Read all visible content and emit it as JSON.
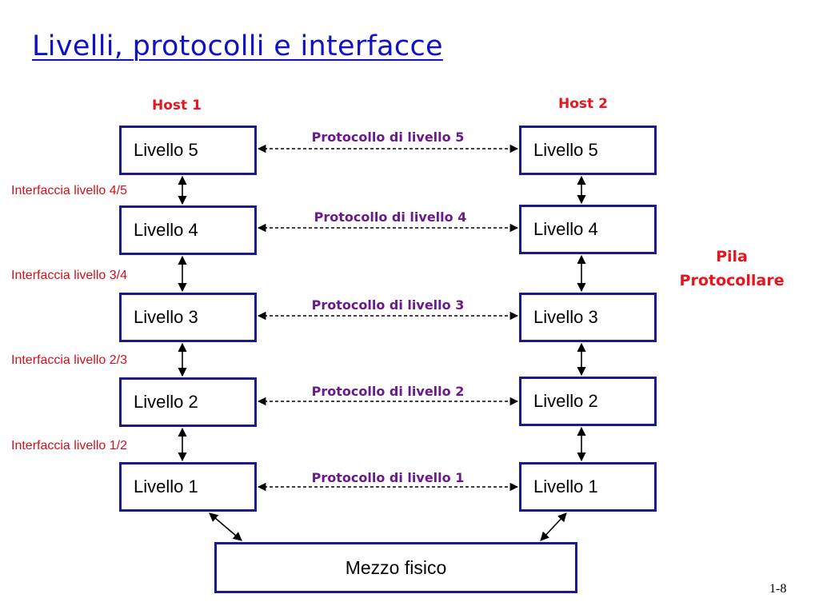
{
  "title": "Livelli, protocolli e interfacce",
  "hosts": {
    "left": "Host 1",
    "right": "Host 2"
  },
  "levels": [
    "Livello 5",
    "Livello 4",
    "Livello 3",
    "Livello 2",
    "Livello 1"
  ],
  "protocols": [
    "Protocollo di livello 5",
    "Protocollo di livello 4",
    "Protocollo di livello 3",
    "Protocollo di livello 2",
    "Protocollo di livello 1"
  ],
  "interfaces": [
    "Interfaccia livello 4/5",
    "Interfaccia livello 3/4",
    "Interfaccia livello 2/3",
    "Interfaccia livello 1/2"
  ],
  "stack_label": {
    "line1": "Pila",
    "line2": "Protocollare"
  },
  "medium": "Mezzo fisico",
  "page_number": "1-8",
  "colors": {
    "title": "#1010c8",
    "host": "#e8141e",
    "box_border": "#1a1a8c",
    "protocol": "#6a1a8a",
    "interface": "#d4101a"
  }
}
